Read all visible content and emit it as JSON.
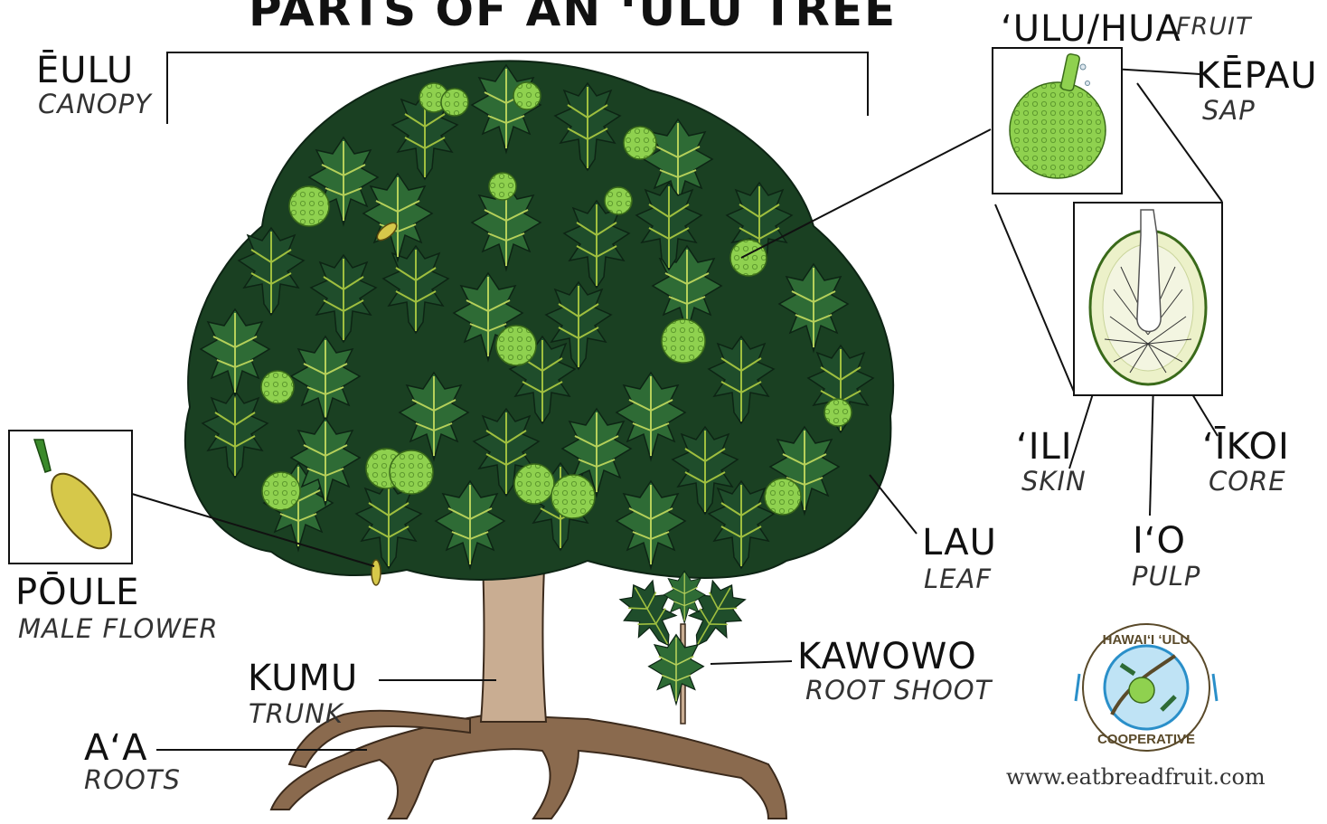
{
  "title": "PARTS OF AN ‘ULU TREE",
  "labels": {
    "canopy": {
      "hawaiian": "ĒULU",
      "english": "CANOPY"
    },
    "fruit": {
      "hawaiian": "‘ULU/HUA",
      "english": "FRUIT"
    },
    "sap": {
      "hawaiian": "KĒPAU",
      "english": "SAP"
    },
    "skin": {
      "hawaiian": "‘ILI",
      "english": "SKIN"
    },
    "core": {
      "hawaiian": "‘ĪKOI",
      "english": "CORE"
    },
    "pulp": {
      "hawaiian": "I‘O",
      "english": "PULP"
    },
    "leaf": {
      "hawaiian": "LAU",
      "english": "LEAF"
    },
    "male_flower": {
      "hawaiian": "PŌULE",
      "english": "MALE FLOWER"
    },
    "trunk": {
      "hawaiian": "KUMU",
      "english": "TRUNK"
    },
    "root_shoot": {
      "hawaiian": "KAWOWO",
      "english": "ROOT SHOOT"
    },
    "roots": {
      "hawaiian": "A‘A",
      "english": "ROOTS"
    }
  },
  "logo": {
    "top_text": "HAWAI‘I ‘ULU",
    "bottom_text": "COOPERATIVE"
  },
  "website": "www.eatbreadfruit.com",
  "colors": {
    "leaf_dark": "#1f4d2b",
    "leaf_mid": "#2e6b35",
    "leaf_vein": "#9fbf3f",
    "fruit": "#8fd14f",
    "trunk": "#c9ad92",
    "roots": "#8a6a4e",
    "male_flower": "#d6c84a",
    "logo_blue": "#2a8fc9",
    "logo_brown": "#5a4a2a"
  }
}
